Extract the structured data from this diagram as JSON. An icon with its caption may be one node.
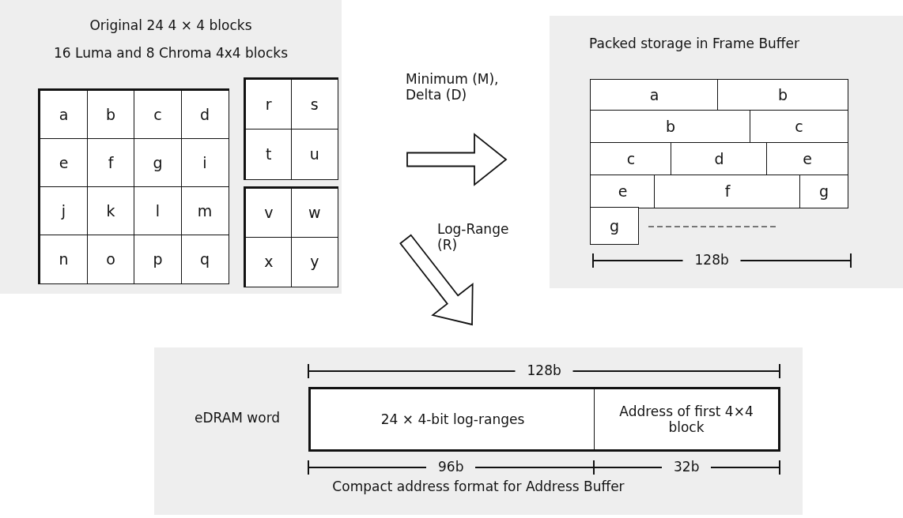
{
  "diagram": {
    "nodes": [
      {
        "text": [
          "Original 24 4 × 4 blocks",
          "16 Luma and 8 Chroma 4x4 blocks"
        ]
      },
      {
        "text": [],
        "shape": "box",
        "in": 0
      },
      {
        "text": [
          "a"
        ],
        "in": 1
      },
      {
        "text": [
          "b"
        ],
        "in": 1
      },
      {
        "text": [
          "c"
        ],
        "in": 1
      },
      {
        "text": [
          "d"
        ],
        "in": 1
      },
      {
        "text": [
          "e"
        ],
        "in": 1
      },
      {
        "text": [
          "f"
        ],
        "in": 1
      },
      {
        "text": [
          "g"
        ],
        "in": 1
      },
      {
        "text": [
          "i"
        ],
        "in": 1
      },
      {
        "text": [
          "j"
        ],
        "in": 1
      },
      {
        "text": [
          "k"
        ],
        "in": 1
      },
      {
        "text": [
          "l"
        ],
        "in": 1
      },
      {
        "text": [
          "m"
        ],
        "in": 1
      },
      {
        "text": [
          "n"
        ],
        "in": 1
      },
      {
        "text": [
          "o"
        ],
        "in": 1
      },
      {
        "text": [
          "p"
        ],
        "in": 1
      },
      {
        "text": [
          "q"
        ],
        "in": 1
      },
      {
        "text": [],
        "shape": "box",
        "in": 0
      },
      {
        "text": [
          "r"
        ],
        "in": 18
      },
      {
        "text": [
          "s"
        ],
        "in": 18
      },
      {
        "text": [
          "t"
        ],
        "in": 18
      },
      {
        "text": [
          "u"
        ],
        "in": 18
      },
      {
        "text": [],
        "shape": "box",
        "in": 0
      },
      {
        "text": [
          "v"
        ],
        "in": 23
      },
      {
        "text": [
          "w"
        ],
        "in": 23
      },
      {
        "text": [
          "x"
        ],
        "in": 23
      },
      {
        "text": [
          "y"
        ],
        "in": 23
      },
      {
        "text": [
          "Packed storage in Frame Buffer"
        ]
      },
      {
        "text": [
          "a"
        ],
        "in": 28
      },
      {
        "text": [
          "b"
        ],
        "in": 28
      },
      {
        "text": [
          "b"
        ],
        "in": 28
      },
      {
        "text": [
          "c"
        ],
        "in": 28
      },
      {
        "text": [
          "c"
        ],
        "in": 28
      },
      {
        "text": [
          "d"
        ],
        "in": 28
      },
      {
        "text": [
          "e"
        ],
        "in": 28
      },
      {
        "text": [
          "e"
        ],
        "in": 28
      },
      {
        "text": [
          "f"
        ],
        "in": 28
      },
      {
        "text": [
          "g"
        ],
        "in": 28
      },
      {
        "text": [
          "g"
        ],
        "in": 28
      },
      {
        "text": [
          "Compact address format for Address Buffer"
        ]
      },
      {
        "text": [],
        "shape": "box",
        "in": 40
      },
      {
        "text": [
          "24 × 4-bit log-ranges"
        ],
        "in": 41
      },
      {
        "text": [
          "Address of first 4×4 block"
        ],
        "in": 41
      }
    ],
    "edges": [
      {
        "from": 0,
        "to": 28,
        "arrow": "to",
        "label": "Minimum (M), Delta (D)"
      },
      {
        "from": 0,
        "to": 40,
        "arrow": "to",
        "label": "Log-Range (R)"
      }
    ],
    "labels": [
      "128b",
      "128b",
      "eDRAM word",
      "96b",
      "32b"
    ]
  }
}
